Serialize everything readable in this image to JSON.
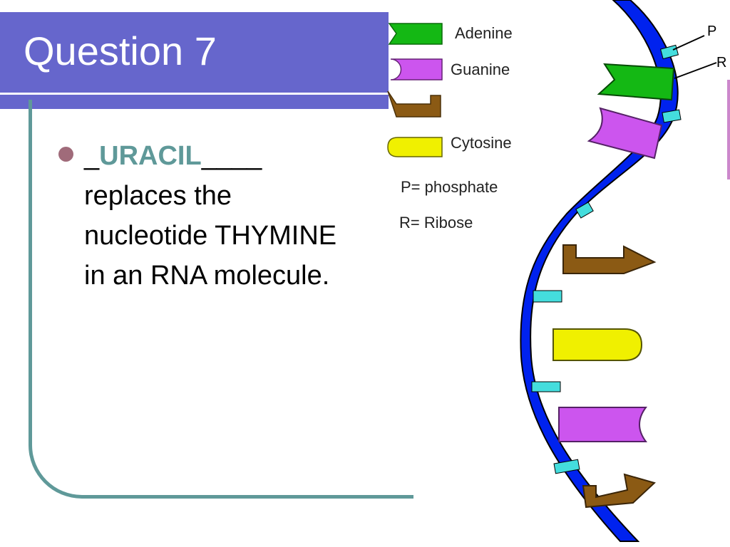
{
  "slide": {
    "title": "Question 7",
    "bullet": {
      "prefix": "_",
      "answer": "URACIL",
      "blank": "____",
      "line2": "replaces the",
      "line3": "nucleotide THYMINE",
      "line4": "in an RNA molecule."
    }
  },
  "legend": {
    "adenine": "Adenine",
    "guanine": "Guanine",
    "cytosine": "Cytosine",
    "phosphate": "P= phosphate",
    "ribose": "R= Ribose"
  },
  "diagram": {
    "label_p": "P",
    "label_r": "R"
  },
  "colors": {
    "title_bg": "#6666cc",
    "accent": "#5f9999",
    "adenine": "#14b814",
    "guanine": "#cc55ee",
    "uracil": "#8b5a14",
    "cytosine": "#f0f000",
    "backbone": "#0022ee",
    "phosphate": "#44dddd"
  }
}
